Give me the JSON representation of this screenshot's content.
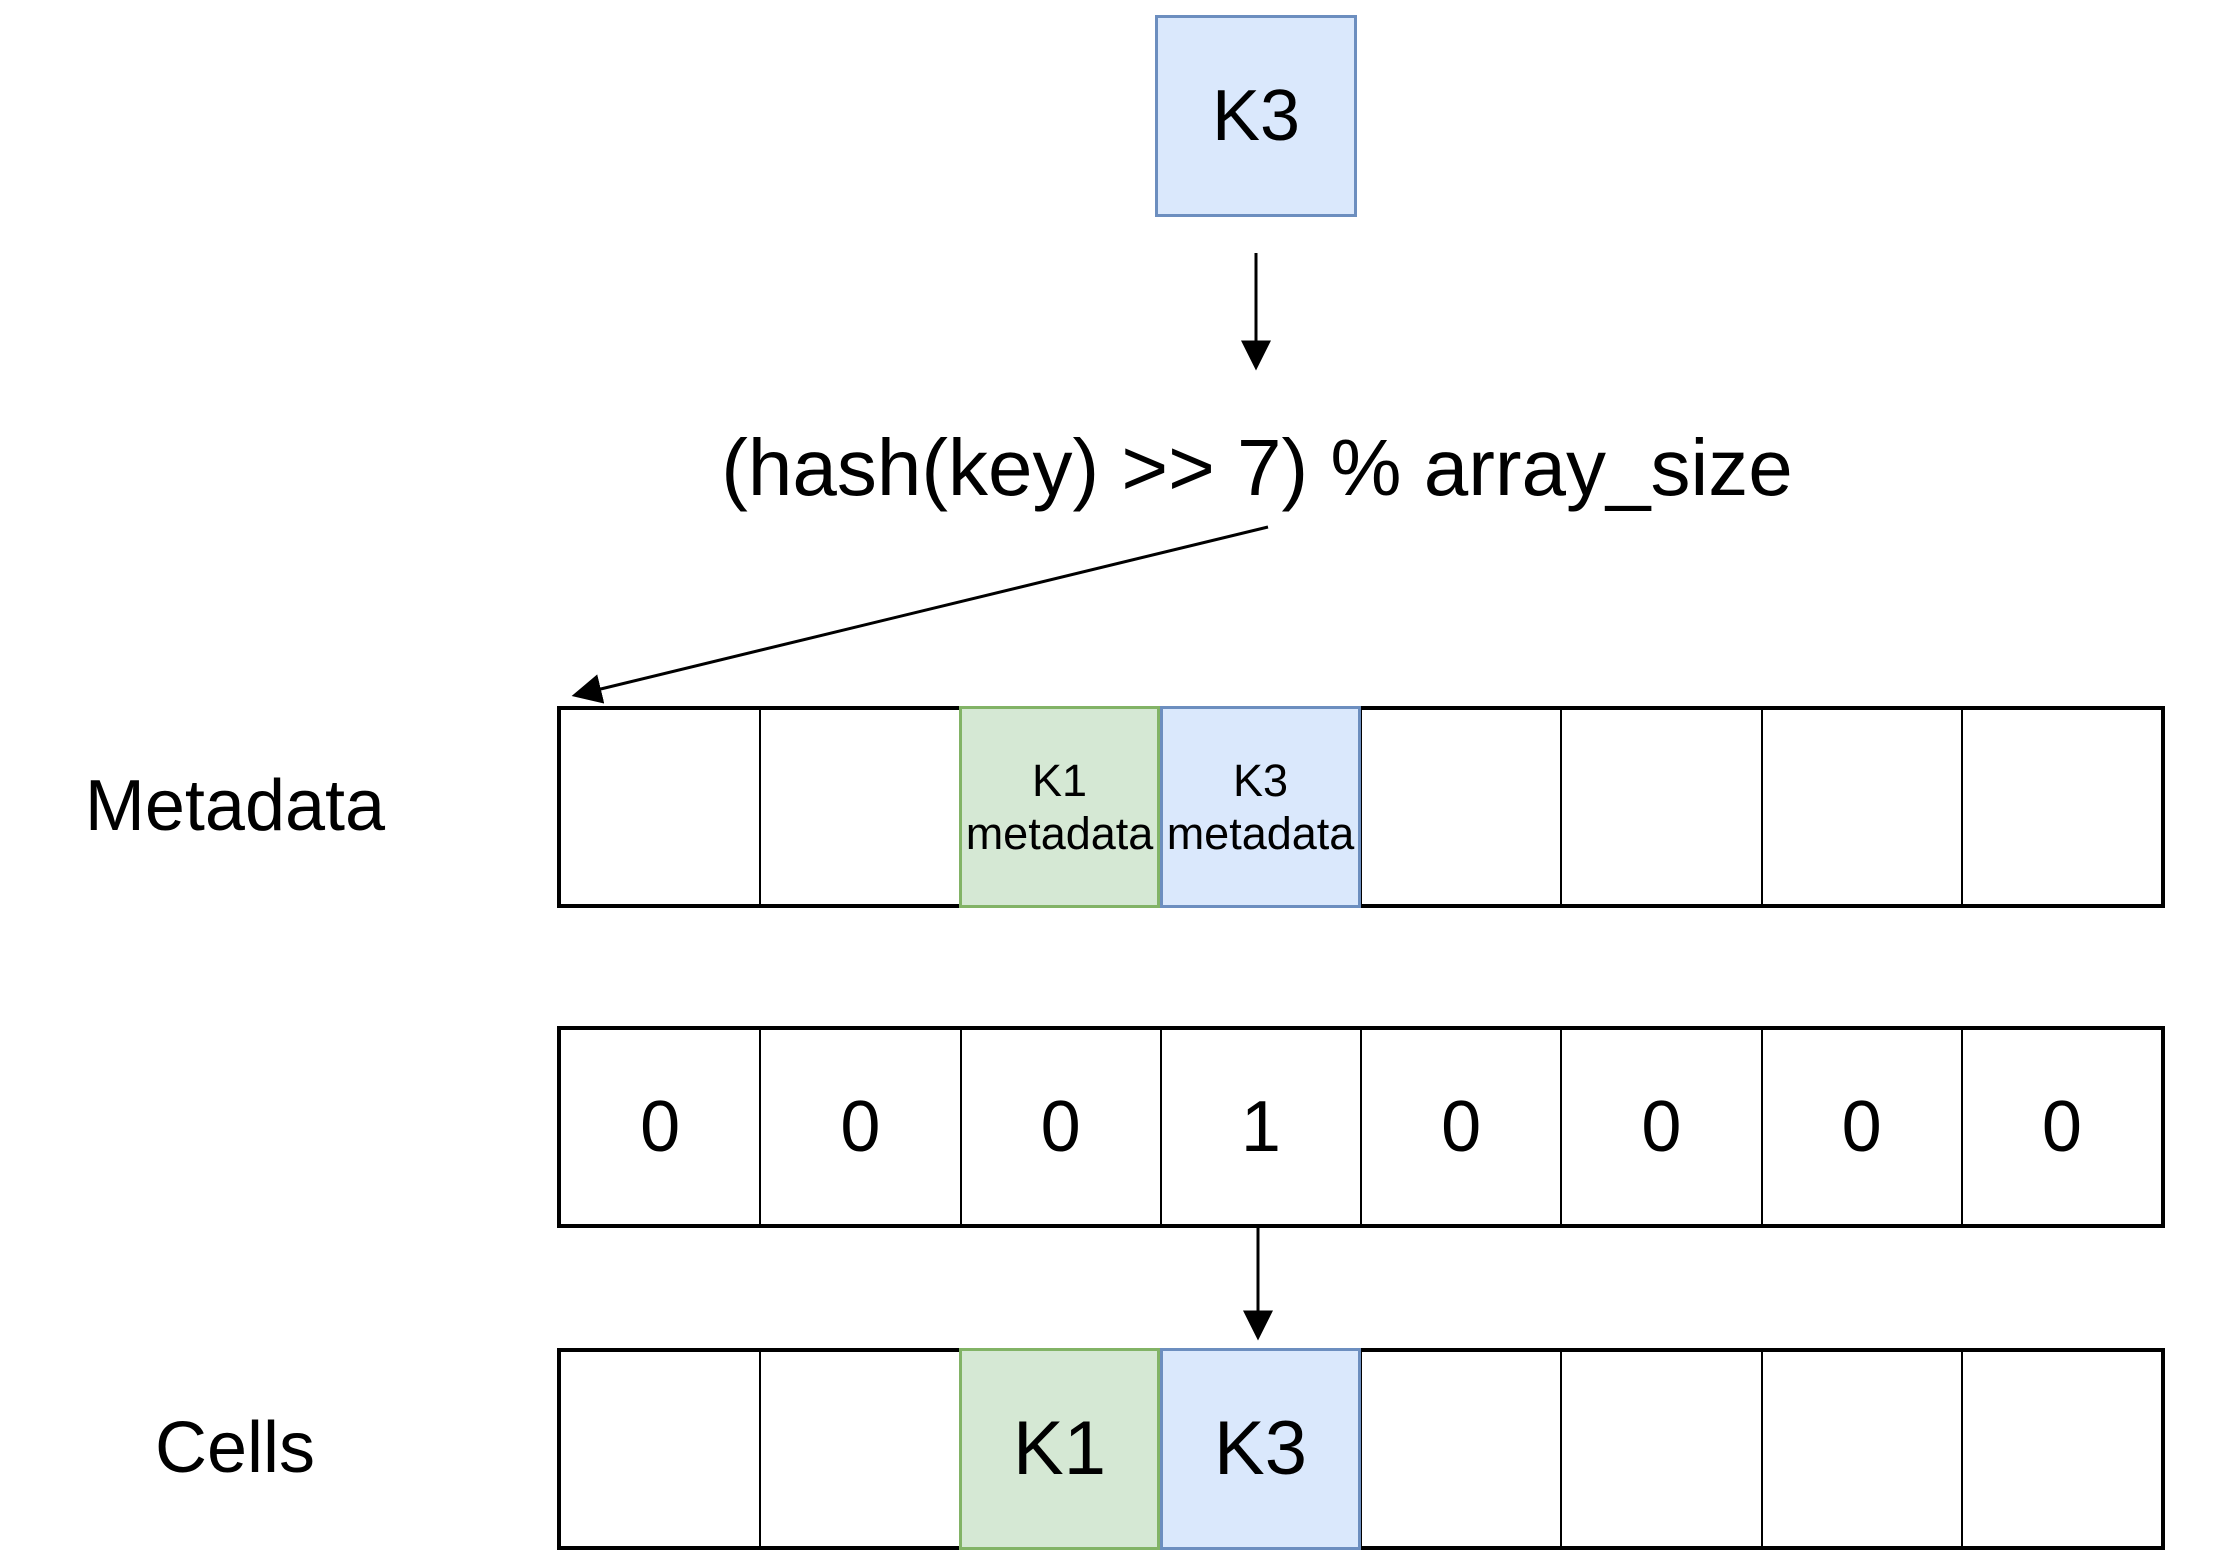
{
  "key_box": {
    "label": "K3"
  },
  "formula": {
    "text": "(hash(key) >> 7) % array_size"
  },
  "metadata_row": {
    "label": "Metadata",
    "cell_count": 8,
    "highlights": [
      {
        "cell_index": 2,
        "key": "K1",
        "sublabel": "metadata",
        "color": "green"
      },
      {
        "cell_index": 3,
        "key": "K3",
        "sublabel": "metadata",
        "color": "blue"
      }
    ]
  },
  "counter_row": {
    "values": [
      "0",
      "0",
      "0",
      "1",
      "0",
      "0",
      "0",
      "0"
    ]
  },
  "cells_row": {
    "label": "Cells",
    "cell_count": 8,
    "highlights": [
      {
        "cell_index": 2,
        "key": "K1",
        "color": "green"
      },
      {
        "cell_index": 3,
        "key": "K3",
        "color": "blue"
      }
    ]
  },
  "colors": {
    "key_fill": "#dae8fc",
    "key_border": "#6c8ebf",
    "highlight_green_fill": "#d5e8d4",
    "highlight_green_border": "#82b366",
    "highlight_blue_fill": "#dae8fc",
    "highlight_blue_border": "#6c8ebf",
    "line": "#000000",
    "background": "#ffffff"
  }
}
